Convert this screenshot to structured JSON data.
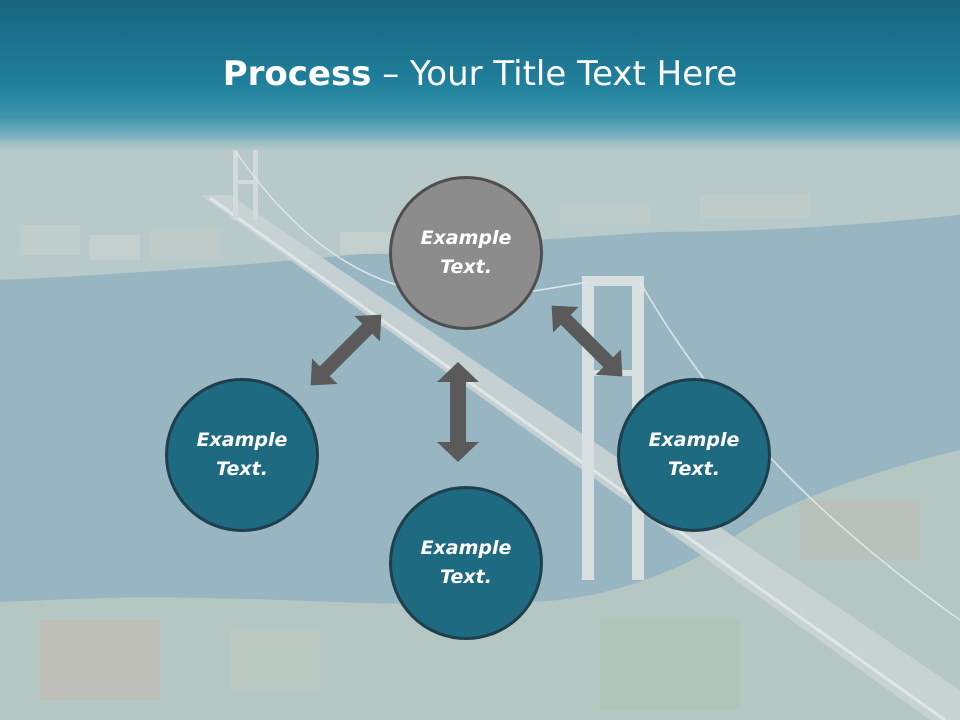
{
  "slide": {
    "title_bold": "Process",
    "title_rest": " – Your Title Text Here"
  },
  "nodes": {
    "top": {
      "line1": "Example",
      "line2": "Text."
    },
    "left": {
      "line1": "Example",
      "line2": "Text."
    },
    "bottom": {
      "line1": "Example",
      "line2": "Text."
    },
    "right": {
      "line1": "Example",
      "line2": "Text."
    }
  },
  "colors": {
    "header": "#1f7f9b",
    "node_teal": "#1e6a80",
    "node_gray": "#8c8c8c",
    "arrow": "#5a5a5a"
  },
  "icons": [
    "double-arrow-icon"
  ]
}
